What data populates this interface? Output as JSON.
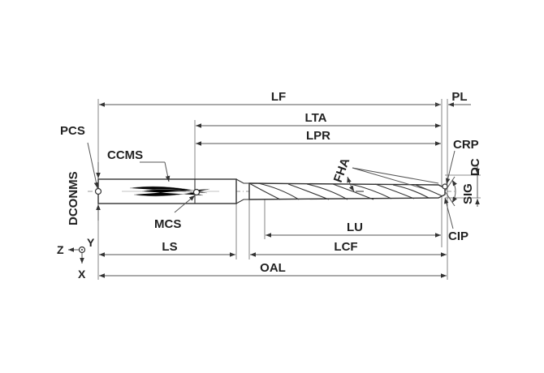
{
  "labels": {
    "lf": "LF",
    "pl": "PL",
    "lta": "LTA",
    "lpr": "LPR",
    "pcs": "PCS",
    "ccms": "CCMS",
    "crp": "CRP",
    "dc": "DC",
    "fha": "FHA",
    "sig": "SIG",
    "dconms": "DCONMS",
    "mcs": "MCS",
    "lu": "LU",
    "cip": "CIP",
    "ls": "LS",
    "lcf": "LCF",
    "oal": "OAL",
    "axis_z": "Z",
    "axis_y": "Y",
    "axis_x": "X"
  },
  "colors": {
    "line": "#333333",
    "text": "#222222",
    "background": "#ffffff"
  },
  "icons": {
    "arrowhead": "arrow-icon",
    "coordinate_origin": "axis-origin-icon"
  }
}
